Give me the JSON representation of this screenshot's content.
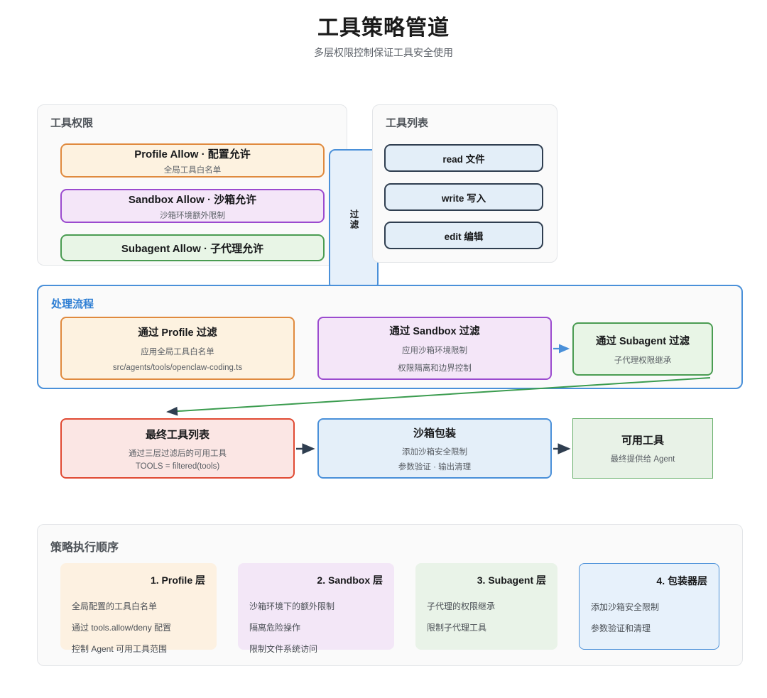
{
  "header": {
    "title": "工具策略管道",
    "subtitle": "多层权限控制保证工具安全使用"
  },
  "permissions_panel": {
    "title": "工具权限",
    "cards": [
      {
        "title": "Profile Allow · 配置允许",
        "subtitle": "全局工具白名单",
        "color": "#e08a3e"
      },
      {
        "title": "Sandbox Allow · 沙箱允许",
        "subtitle": "沙箱环境额外限制",
        "color": "#9b4bcf"
      },
      {
        "title": "Subagent Allow · 子代理允许",
        "subtitle": "",
        "color": "#4a9c52"
      }
    ]
  },
  "filter_badge": {
    "label": "过滤"
  },
  "tools_panel": {
    "title": "工具列表",
    "items": [
      {
        "label": "read 文件"
      },
      {
        "label": "write 写入"
      },
      {
        "label": "edit 编辑"
      }
    ]
  },
  "flow_panel": {
    "title": "处理流程",
    "cards": [
      {
        "title": "通过 Profile 过滤",
        "line1": "应用全局工具白名单",
        "line2": "src/agents/tools/openclaw-coding.ts",
        "color": "#e08a3e"
      },
      {
        "title": "通过 Sandbox 过滤",
        "line1": "应用沙箱环境限制",
        "line2": "权限隔离和边界控制",
        "color": "#9b4bcf"
      },
      {
        "title": "通过 Subagent 过滤",
        "line1": "子代理权限继承",
        "line2": "",
        "color": "#4a9c52"
      }
    ]
  },
  "result_row": {
    "cards": [
      {
        "title": "最终工具列表",
        "line1": "通过三层过滤后的可用工具",
        "line2": "TOOLS = filtered(tools)",
        "color": "#e04a33"
      },
      {
        "title": "沙箱包装",
        "line1": "添加沙箱安全限制",
        "line2": "参数验证 · 输出清理",
        "color": "#4a90d9"
      },
      {
        "title": "可用工具",
        "line1": "最终提供给 Agent",
        "line2": "",
        "color": "#69b06c"
      }
    ]
  },
  "order_panel": {
    "title": "策略执行顺序",
    "layers": [
      {
        "title": "1. Profile 层",
        "lines": [
          "全局配置的工具白名单",
          "通过 tools.allow/deny 配置",
          "控制 Agent 可用工具范围"
        ]
      },
      {
        "title": "2. Sandbox 层",
        "lines": [
          "沙箱环境下的额外限制",
          "隔离危险操作",
          "限制文件系统访问"
        ]
      },
      {
        "title": "3. Subagent 层",
        "lines": [
          "子代理的权限继承",
          "限制子代理工具"
        ]
      },
      {
        "title": "4. 包装器层",
        "lines": [
          "添加沙箱安全限制",
          "参数验证和清理"
        ]
      }
    ]
  },
  "connectors": {
    "sandbox_to_subagent_color": "#4a90d9",
    "subagent_to_final_color": "#3b9c4f",
    "result_arrow_color": "#2f3e50"
  }
}
